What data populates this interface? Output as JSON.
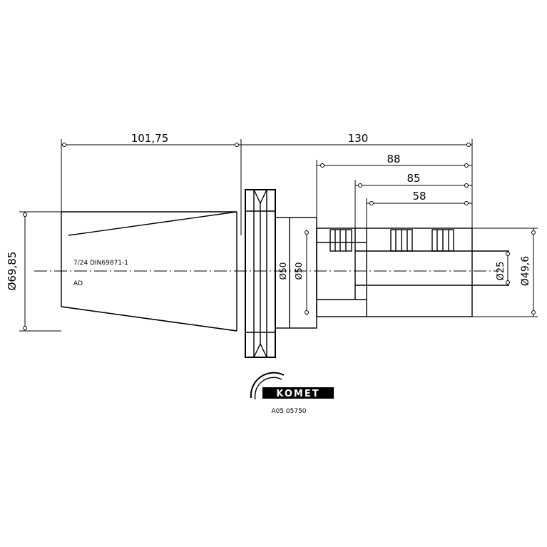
{
  "dimensions": {
    "top_left": "101,75",
    "top_total": "130",
    "d_88": "88",
    "d_85": "85",
    "d_58": "58",
    "left_dia": "Ø69,85",
    "d50_a": "Ø50",
    "d50_b": "Ø50",
    "d25": "Ø25",
    "d49_6": "Ø49,6"
  },
  "body_text": {
    "line1": "7/24 DIN69871-1",
    "line2": "AD"
  },
  "logo": {
    "name": "KOMET",
    "code": "A05 05750"
  }
}
